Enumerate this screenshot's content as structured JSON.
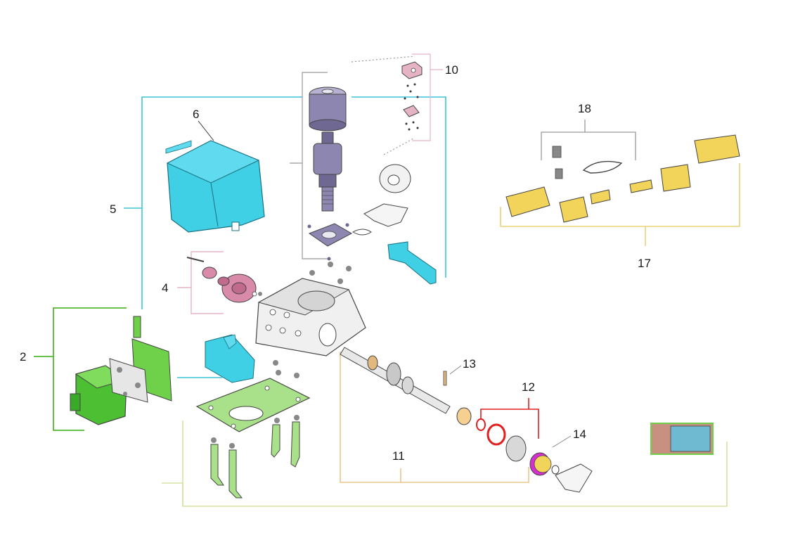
{
  "callouts": {
    "c2": "2",
    "c4": "4",
    "c5": "5",
    "c6": "6",
    "c10": "10",
    "c11": "11",
    "c12": "12",
    "c13": "13",
    "c14": "14",
    "c17": "17",
    "c18": "18"
  },
  "colors": {
    "cover": "#3fd0e6",
    "board": "#6fd14a",
    "plate": "#a9e08a",
    "pink": "#e6b3c4",
    "magenta": "#d32fd1",
    "yellow": "#f2d45a",
    "red": "#e02020",
    "orange": "#f0a04a",
    "teal_line": "#3cc4dc",
    "green_line": "#55b832",
    "tan_line": "#e6c98a",
    "olive_line": "#d3e3a4",
    "gold_line": "#e8d27a"
  },
  "icons": [
    "motor-icon",
    "gearbox-housing-icon",
    "cover-icon",
    "control-board-icon",
    "limit-switch-icon",
    "rack-icon"
  ]
}
